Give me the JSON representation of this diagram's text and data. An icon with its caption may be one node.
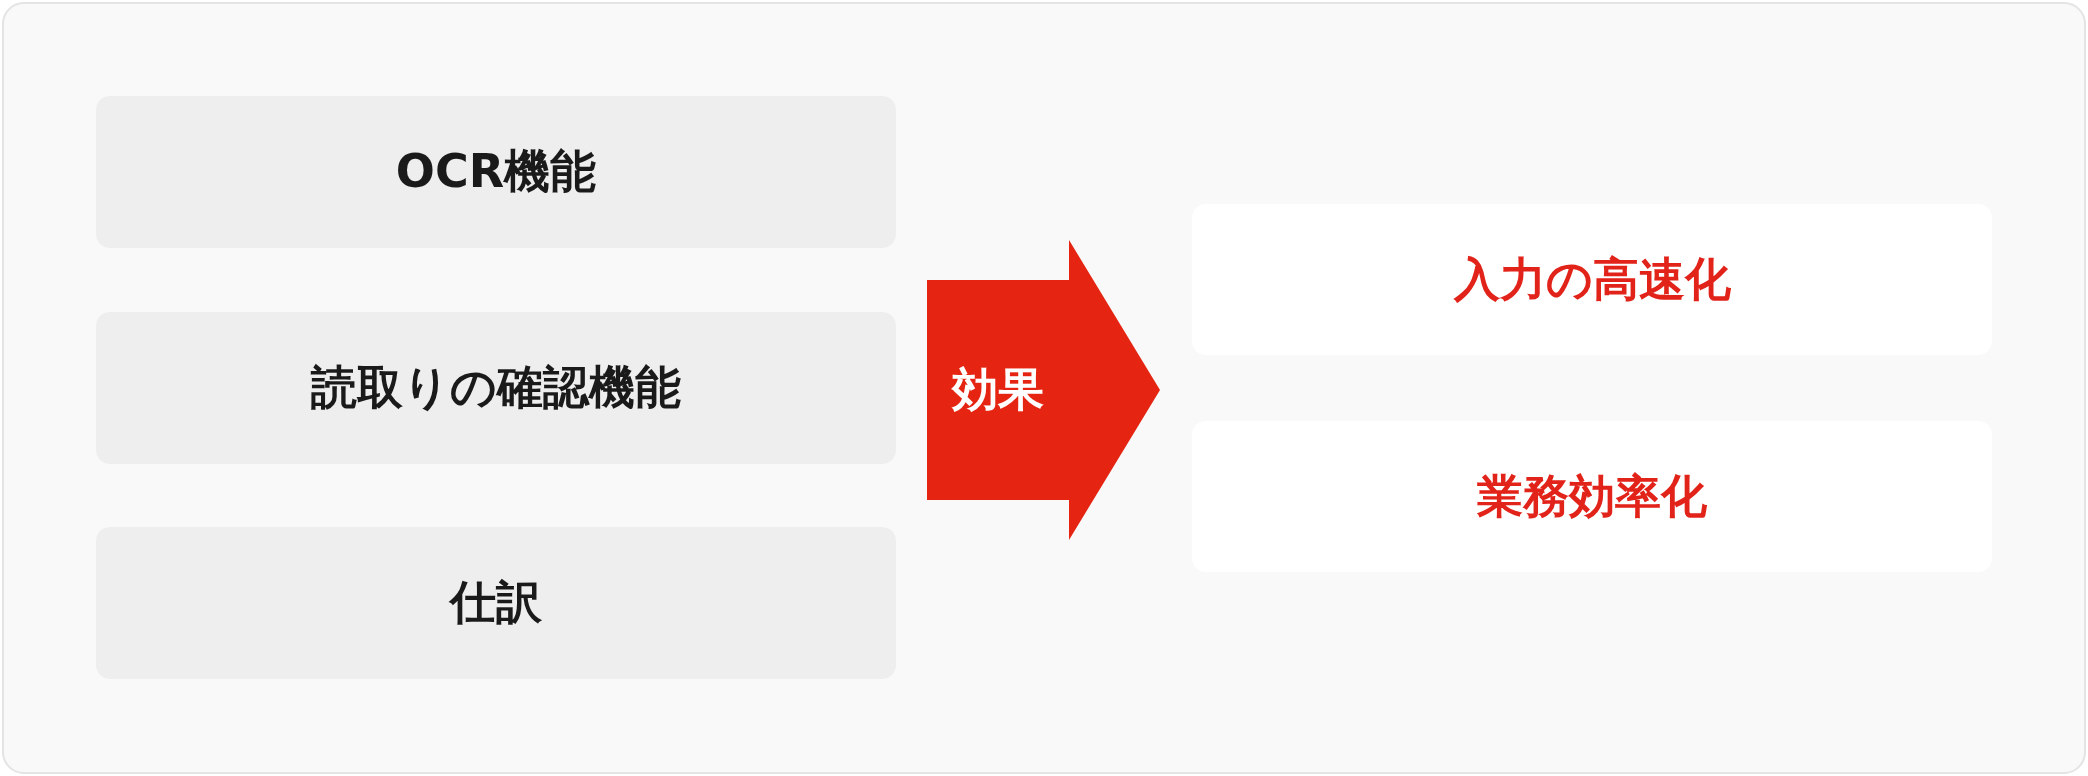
{
  "diagram": {
    "nodes": [
      {
        "text": [
          "OCR機能"
        ]
      },
      {
        "text": [
          "読取りの確認機能"
        ]
      },
      {
        "text": [
          "仕訳"
        ]
      },
      {
        "text": [
          "効果"
        ]
      },
      {
        "text": [
          "入力の高速化"
        ]
      },
      {
        "text": [
          "業務効率化"
        ]
      }
    ]
  }
}
